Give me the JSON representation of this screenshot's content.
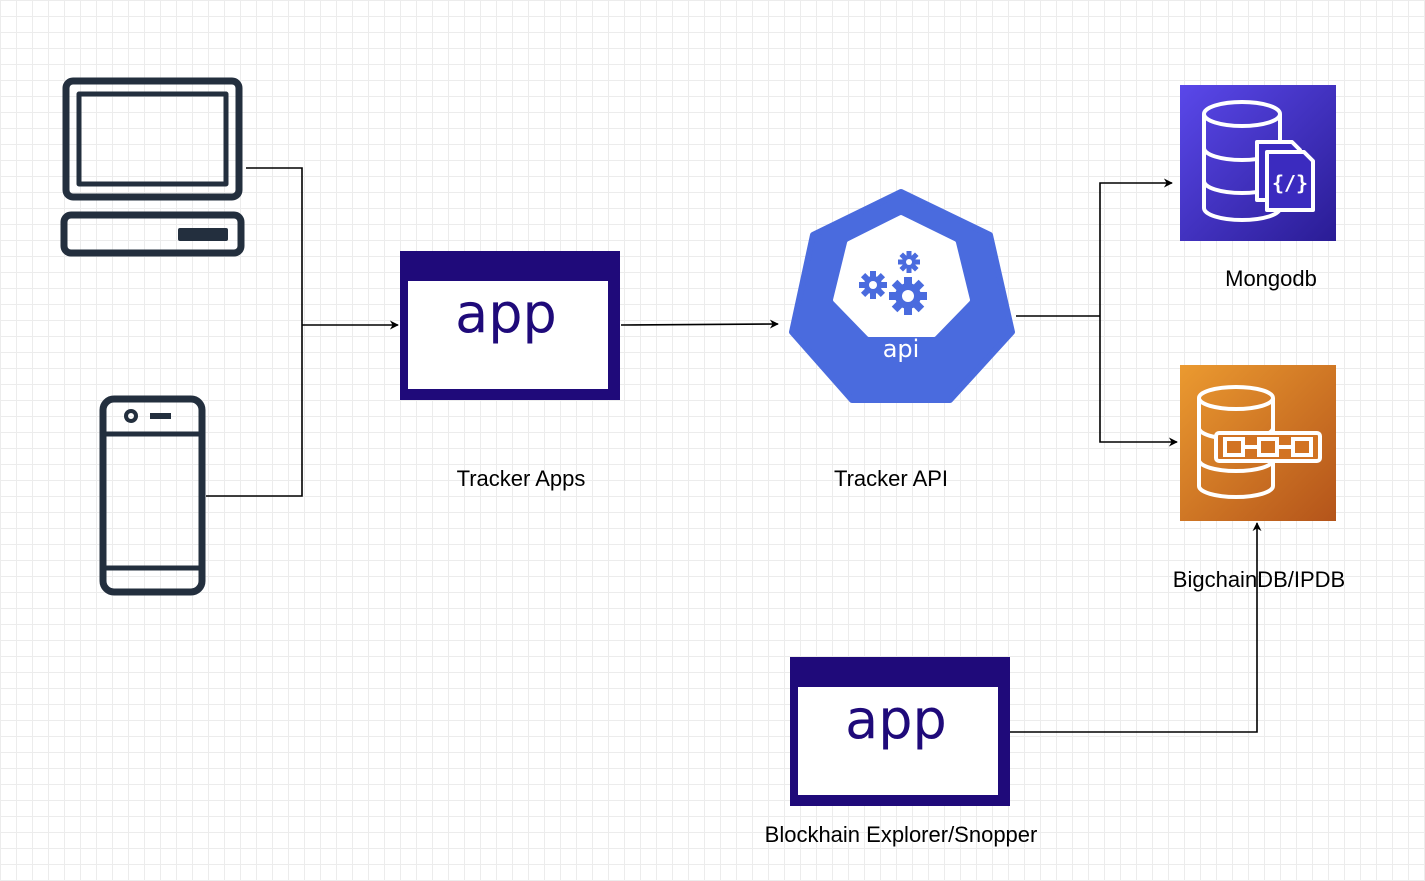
{
  "diagram": {
    "app_icon_text": "app",
    "api_icon_text": "api",
    "nodes": {
      "desktop": {
        "icon": "desktop-computer-icon"
      },
      "mobile": {
        "icon": "mobile-phone-icon"
      },
      "tracker_apps": {
        "label": "Tracker Apps",
        "icon": "app-window-icon"
      },
      "tracker_api": {
        "label": "Tracker API",
        "icon": "kubernetes-api-icon"
      },
      "mongodb": {
        "label": "Mongodb",
        "icon": "document-database-icon"
      },
      "bigchaindb": {
        "label": "BigchainDB/IPDB",
        "icon": "blockchain-database-icon"
      },
      "explorer": {
        "label": "Blockhain Explorer/Snopper",
        "icon": "app-window-icon"
      }
    },
    "colors": {
      "app_icon": "#1f0a7a",
      "api_icon": "#4a6bde",
      "mongodb_bg_top": "#4d3de0",
      "mongodb_bg_bottom": "#2a1c95",
      "bigchain_bg_top": "#e88e26",
      "bigchain_bg_bottom": "#b95a1a",
      "device_stroke": "#232f3e",
      "connector": "#000000"
    }
  }
}
